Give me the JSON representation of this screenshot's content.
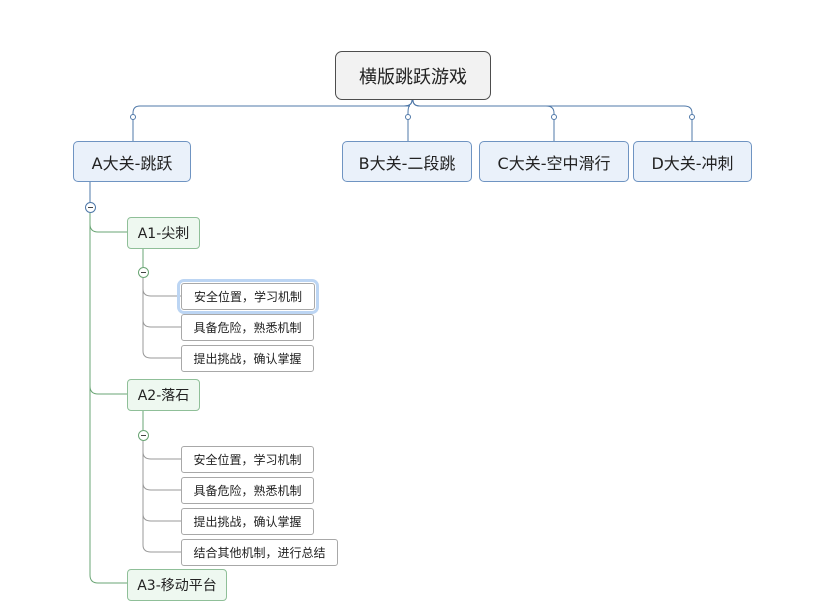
{
  "root": {
    "title": "横版跳跃游戏"
  },
  "branches": [
    {
      "label": "A大关-跳跃"
    },
    {
      "label": "B大关-二段跳"
    },
    {
      "label": "C大关-空中滑行"
    },
    {
      "label": "D大关-冲刺"
    }
  ],
  "a_children": [
    {
      "label": "A1-尖刺",
      "items": [
        "安全位置，学习机制",
        "具备危险，熟悉机制",
        "提出挑战，确认掌握"
      ]
    },
    {
      "label": "A2-落石",
      "items": [
        "安全位置，学习机制",
        "具备危险，熟悉机制",
        "提出挑战，确认掌握",
        "结合其他机制，进行总结"
      ]
    },
    {
      "label": "A3-移动平台",
      "items": []
    }
  ],
  "colors": {
    "root_border": "#4d4d4d",
    "main_line": "#4f78a8",
    "sub_line": "#6aa574",
    "leaf_line": "#999999"
  },
  "icons": {
    "collapse": "minus-circle-icon",
    "connector": "connector-dot-icon"
  }
}
